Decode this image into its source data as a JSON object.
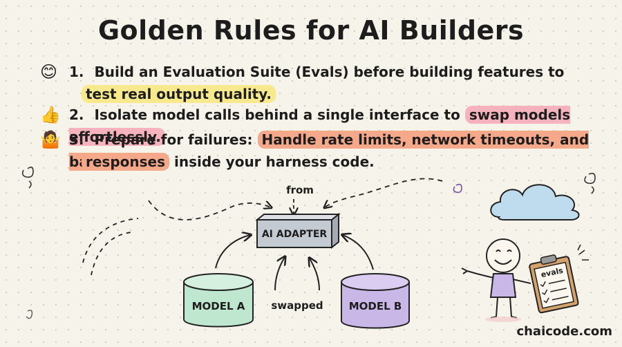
{
  "title": "Golden Rules for AI Builders",
  "rules": [
    {
      "number": "1.",
      "emoji": "😊",
      "text": "Build an Evaluation Suite (Evals) before building features to",
      "highlight": "test real output quality."
    },
    {
      "number": "2.",
      "emoji": "👍",
      "text": "Isolate model calls behind a single interface to",
      "highlight": "swap models effortlessly."
    },
    {
      "number": "3.",
      "emoji": "🤷",
      "text": "Prepare for failures:",
      "highlight_a": "Handle rate limits, network timeouts, and bad",
      "highlight_b": "responses",
      "tail": "inside your harness code."
    }
  ],
  "diagram": {
    "adapter_label": "AI ADAPTER",
    "from_label": "from",
    "model_a_label": "MODEL A",
    "model_b_label": "MODEL B",
    "swapped_label": "swapped",
    "clipboard_label": "evals"
  },
  "brand": "chaicode.com",
  "colors": {
    "highlight_yellow": "#f7e98c",
    "highlight_pink": "#f6b3bd",
    "highlight_orange": "#f5a98a",
    "model_a": "#bfe6cf",
    "model_b": "#c9b7e8",
    "adapter": "#c4cad2",
    "cloud": "#bfdcef"
  }
}
